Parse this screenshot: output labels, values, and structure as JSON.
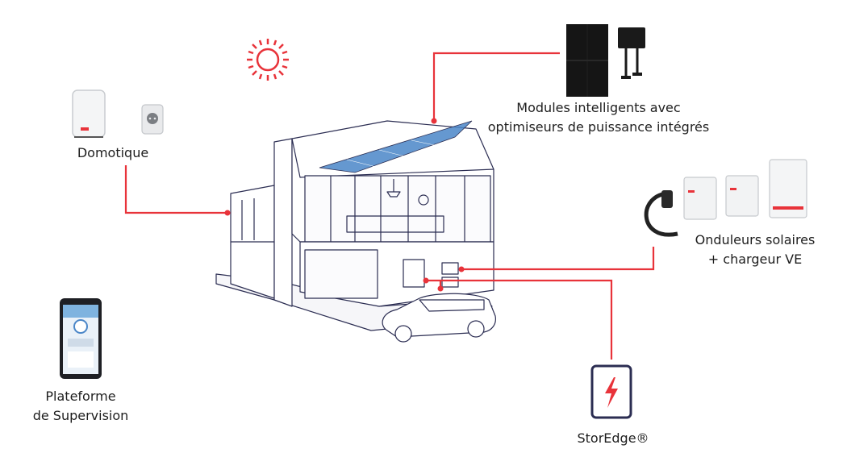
{
  "labels": {
    "modules": [
      "Modules intelligents avec",
      "optimiseurs de puissance intégrés"
    ],
    "domotique": "Domotique",
    "onduleurs": [
      "Onduleurs solaires",
      "+ chargeur VE"
    ],
    "plateforme": [
      "Plateforme",
      "de Supervision"
    ],
    "storedge": "StorEdge®"
  },
  "colors": {
    "connector": "#e8333a",
    "outline": "#2b2d52",
    "panel": "#4a86c8",
    "accent": "#e8333a"
  }
}
